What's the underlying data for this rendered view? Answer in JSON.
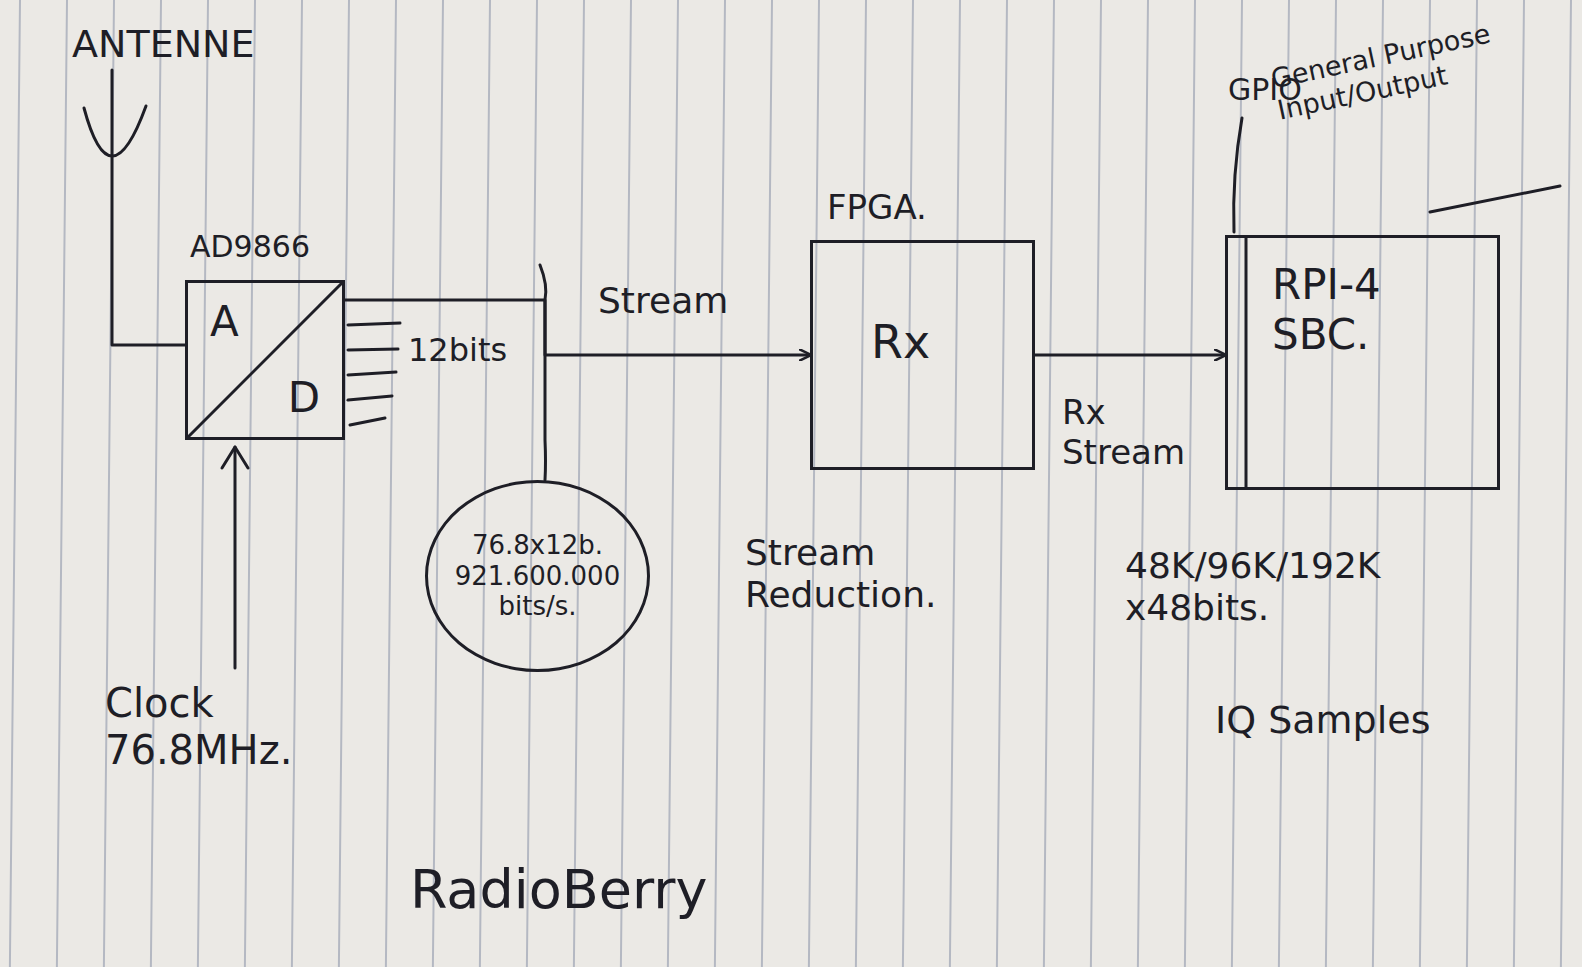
{
  "diagram": {
    "nodes": [
      {
        "text": [
          "AD9866",
          "A",
          "D"
        ]
      },
      {
        "text": [
          "76.8x12b. 921.600.000 bits/s."
        ]
      },
      {
        "text": [
          "FPGA.",
          "Rx"
        ]
      },
      {
        "text": [
          "RPI-4 SBC."
        ]
      }
    ],
    "edges": [
      {
        "from": 0,
        "to": 2,
        "label": "Stream",
        "arrow": "to"
      },
      {
        "from": 2,
        "to": 3,
        "label": "Rx Stream",
        "arrow": "to"
      }
    ],
    "labels": [
      "ANTENNE",
      "12bits",
      "Clock 76.8MHz.",
      "Stream Reduction.",
      "GPIO",
      "General Purpose Input/Output",
      "48K/96K/192K x48bits.",
      "IQ Samples",
      "RadioBerry"
    ]
  }
}
